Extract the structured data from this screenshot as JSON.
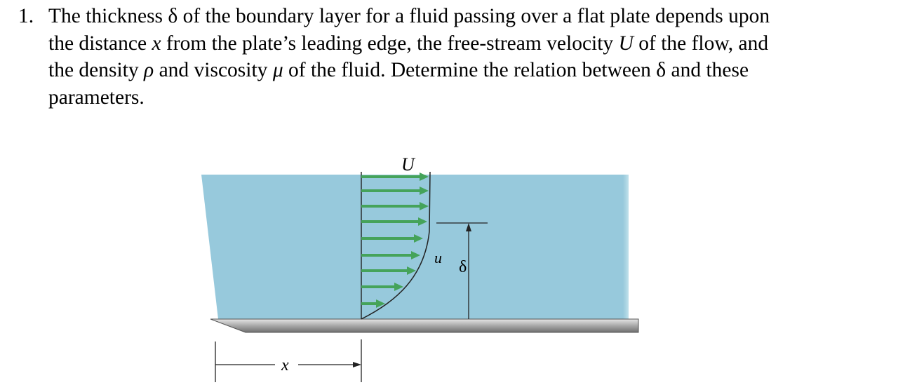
{
  "problem": {
    "number": "1.",
    "lines": [
      "The thickness δ of the boundary layer for a fluid passing over a flat plate depends upon",
      "the distance x from the plate’s leading edge, the free-stream velocity U of the flow, and",
      "the density ρ and viscosity μ of the fluid. Determine the relation between δ and these",
      "parameters."
    ]
  },
  "figure": {
    "label_U": "U",
    "label_u": "u",
    "label_delta": "δ",
    "label_x": "x",
    "colors": {
      "fluid": "#97c9dc",
      "arrow": "#45a35a",
      "plate": "#9a9a9a"
    }
  }
}
